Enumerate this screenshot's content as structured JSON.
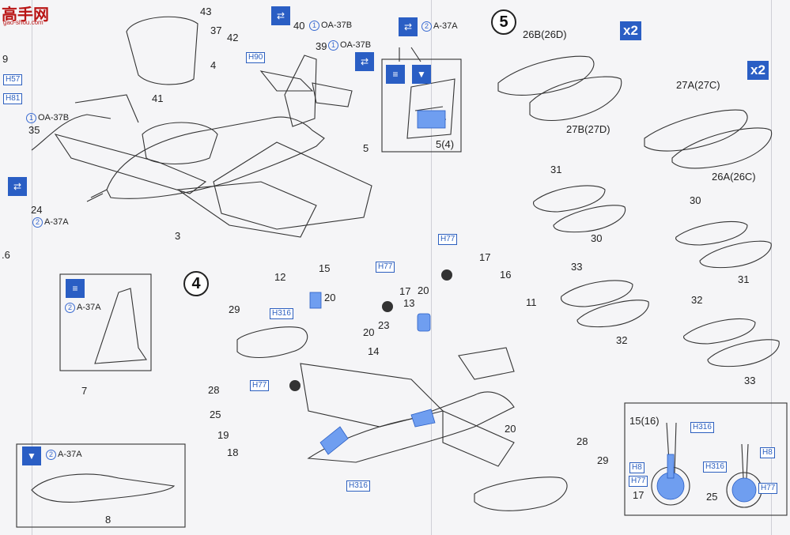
{
  "watermark": {
    "title": "高手网",
    "url": "gao-shou.com"
  },
  "steps": {
    "step4": "4",
    "step5": "5"
  },
  "multipliers": {
    "x2_a": "x2",
    "x2_b": "x2"
  },
  "variants": {
    "oa37b": "OA-37B",
    "a37a": "A-37A",
    "v1": "1",
    "v2": "2"
  },
  "paint_codes": {
    "h57": "H57",
    "h81": "H81",
    "h90": "H90",
    "h77": "H77",
    "h316": "H316",
    "h8": "H8"
  },
  "parts": {
    "p43": "43",
    "p37": "37",
    "p42": "42",
    "p40": "40",
    "p39": "39",
    "p4": "4",
    "p41": "41",
    "p35": "35",
    "p24": "24",
    "p3": "3",
    "p5": "5",
    "p9": "9",
    "p5_4": "5(4)",
    "p6": ".6",
    "p7": "7",
    "p8": "8",
    "p26b": "26B(26D)",
    "p27b": "27B(27D)",
    "p27a": "27A(27C)",
    "p26a": "26A(26C)",
    "p31": "31",
    "p30": "30",
    "p33": "33",
    "p32": "32",
    "p15": "15",
    "p12": "12",
    "p17": "17",
    "p13": "13",
    "p16": "16",
    "p20": "20",
    "p29": "29",
    "p23": "23",
    "p14": "14",
    "p11": "11",
    "p28": "28",
    "p25": "25",
    "p19": "19",
    "p18": "18",
    "p15_16": "15(16)"
  }
}
